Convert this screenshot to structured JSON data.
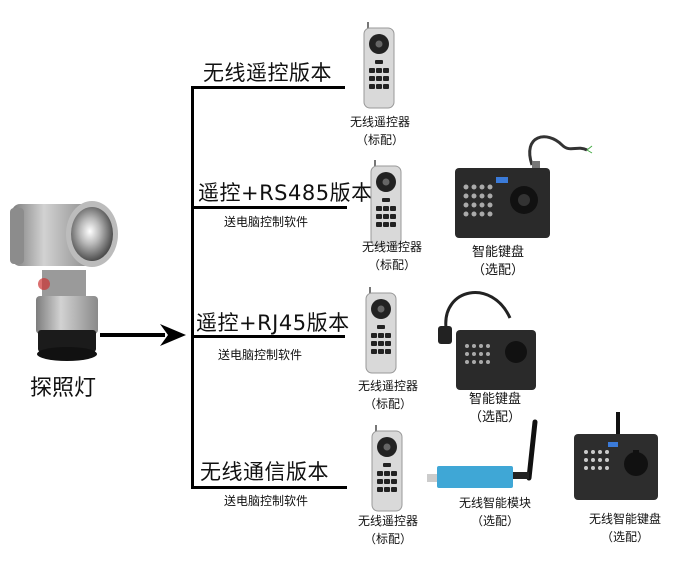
{
  "source": {
    "label": "探照灯",
    "icon": "searchlight-icon"
  },
  "versions": [
    {
      "title": "无线遥控版本",
      "subtitle": "",
      "items": [
        {
          "name": "无线遥控器",
          "note": "（标配）",
          "icon": "remote-control-icon"
        }
      ]
    },
    {
      "title": "遥控+RS485版本",
      "subtitle": "送电脑控制软件",
      "items": [
        {
          "name": "无线遥控器",
          "note": "（标配）",
          "icon": "remote-control-icon"
        },
        {
          "name": "智能键盘",
          "note": "（选配）",
          "icon": "keyboard-controller-icon"
        }
      ]
    },
    {
      "title": "遥控+RJ45版本",
      "subtitle": "送电脑控制软件",
      "items": [
        {
          "name": "无线遥控器",
          "note": "（标配）",
          "icon": "remote-control-icon"
        },
        {
          "name": "智能键盘",
          "note": "（选配）",
          "icon": "keyboard-controller-icon"
        }
      ]
    },
    {
      "title": "无线通信版本",
      "subtitle": "送电脑控制软件",
      "items": [
        {
          "name": "无线遥控器",
          "note": "（标配）",
          "icon": "remote-control-icon"
        },
        {
          "name": "无线智能模块",
          "note": "（选配）",
          "icon": "wireless-module-icon"
        },
        {
          "name": "无线智能键盘",
          "note": "（选配）",
          "icon": "wireless-keyboard-icon"
        }
      ]
    }
  ],
  "colors": {
    "line": "#000000",
    "keyboard_body": "#2a2a2a",
    "remote_body": "#d9d9d9",
    "module_blue": "#3fa7d6",
    "lamp_silver": "#a8a8a8"
  }
}
